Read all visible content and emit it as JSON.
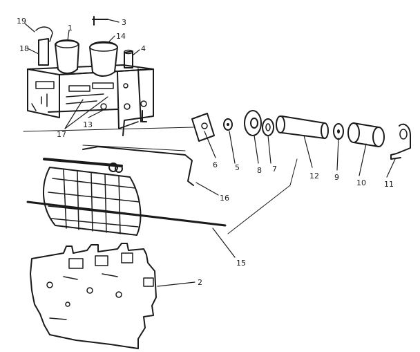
{
  "diagram": {
    "labels": {
      "p1": "1",
      "p2": "2",
      "p3": "3",
      "p4": "4",
      "p5": "5",
      "p6": "6",
      "p7": "7",
      "p8": "8",
      "p9": "9",
      "p10": "10",
      "p11": "11",
      "p12": "12",
      "p13": "13",
      "p14": "14",
      "p15": "15",
      "p16": "16",
      "p17": "17",
      "p18": "18",
      "p19": "19"
    }
  }
}
